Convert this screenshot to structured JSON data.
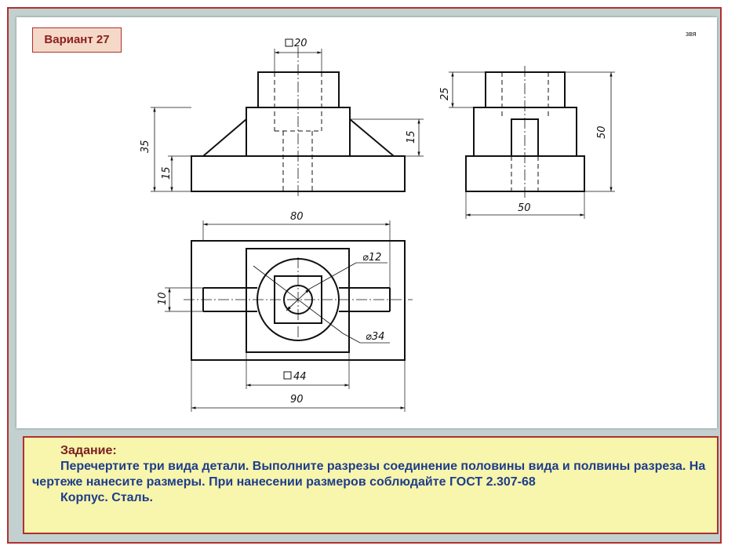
{
  "variant_label": "Вариант 27",
  "author_tag": "звя",
  "dimensions": {
    "front_square_top": "20",
    "front_height_total": "35",
    "front_base_left": "15",
    "front_base_right": "15",
    "side_top": "25",
    "side_height": "50",
    "side_width": "50",
    "plan_width_inner": "80",
    "plan_hole_dia": "⌀12",
    "plan_boss_dia": "⌀34",
    "plan_rib": "10",
    "plan_square": "44",
    "plan_width_total": "90"
  },
  "task": {
    "title": "Задание:",
    "text": "Перечертите три вида детали. Выполните разрезы  соединение половины вида и полвины разреза.  На чертеже нанесите размеры. При нанесении размеров соблюдайте ГОСТ  2.307-68",
    "part": "Корпус. Сталь."
  }
}
